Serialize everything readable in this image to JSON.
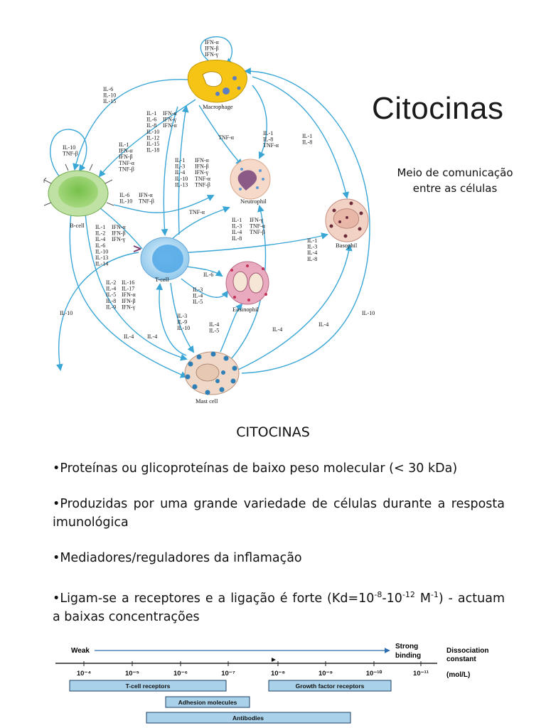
{
  "cells": {
    "macrophage": "Macrophage",
    "bcell": "B-cell",
    "tcell": "T-cell",
    "neutrophil": "Neutrophil",
    "basophil": "Basophil",
    "eosinophil": "Eosinophil",
    "mastcell": "Mast cell"
  },
  "labels": {
    "mac_self": [
      "IFN-α",
      "IFN-β",
      "IFN-γ"
    ],
    "mac_to_bcell": [
      "IL-6",
      "IL-10",
      "IL-15"
    ],
    "bcell_self": [
      "IL-10",
      "TNF-β"
    ],
    "mac_col_a": [
      "IL-1",
      "IL-6",
      "IL-8",
      "IL-10",
      "IL-12",
      "IL-15",
      "IL-18"
    ],
    "mac_col_b": [
      "IFN-α",
      "IFN-γ",
      "IFN-α"
    ],
    "mac_to_b_group": [
      "IL-1",
      "IFN-α",
      "IFN-β",
      "TNF-α",
      "TNF-β"
    ],
    "mac_to_neut": [
      "TNF-α"
    ],
    "mac_to_neut2": [
      "IL-1",
      "IL-8",
      "TNF-α"
    ],
    "mac_to_baso": [
      "IL-1",
      "IL-8"
    ],
    "t_to_mac_a": [
      "IL-1",
      "IL-3",
      "IL-4",
      "IL-10",
      "IL-13"
    ],
    "t_to_mac_b": [
      "IFN-α",
      "IFN-β",
      "IFN-γ",
      "TNF-α",
      "TNF-β"
    ],
    "t_to_b_small_a": [
      "IL-6",
      "IL-10"
    ],
    "t_to_b_small_b": [
      "IFN-α",
      "TNF-β"
    ],
    "t_to_neut_small": [
      "TNF-α"
    ],
    "t_to_b_a": [
      "IL-1",
      "IL-2",
      "IL-4",
      "IL-6",
      "IL-10",
      "IL-13",
      "IL-14"
    ],
    "t_to_b_b": [
      "IFN-α",
      "IFN-β",
      "IFN-γ"
    ],
    "t_to_neut_a": [
      "IL-1",
      "IL-3",
      "IL-4",
      "IL-8"
    ],
    "t_to_neut_b": [
      "IFN-γ",
      "TNF-α",
      "TNF-β"
    ],
    "t_to_baso": [
      "IL-1",
      "IL-3",
      "IL-4",
      "IL-8"
    ],
    "t_to_eos_top": [
      "IL-6"
    ],
    "t_to_eos": [
      "IL-3",
      "IL-4",
      "IL-5"
    ],
    "t_lower_a": [
      "IL-2",
      "IL-4",
      "IL-5",
      "IL-8",
      "IL-9"
    ],
    "t_lower_b": [
      "IL-16",
      "IL-17",
      "IFN-α",
      "IFN-β",
      "IFN-γ"
    ],
    "t_to_mast": [
      "IL-3",
      "IL-9",
      "IL-10"
    ],
    "mast_to_eos": [
      "IL-4",
      "IL-5"
    ],
    "b_to_mast_1": [
      "IL-10"
    ],
    "b_to_mast_2": [
      "IL-4"
    ],
    "t_to_mast_2": [
      "IL-4"
    ],
    "mast_to_neut": [
      "IL-4"
    ],
    "mast_to_baso": [
      "IL-4"
    ],
    "mast_to_mac": [
      "IL-10"
    ]
  },
  "slide": {
    "title": "Citocinas",
    "subtitle_line1": "Meio de comunicação",
    "subtitle_line2": "entre as células",
    "section_heading": "CITOCINAS"
  },
  "bullets": {
    "b1": "•Proteínas ou glicoproteínas de baixo peso molecular (< 30 kDa)",
    "b2": "•Produzidas por uma grande variedade de células durante a resposta imunológica",
    "b3": "•Mediadores/reguladores da inflamação",
    "b4_pre": "•Ligam-se a receptores e a ligação é forte (Kd=10",
    "b4_exp1": "-8",
    "b4_mid": "-10",
    "b4_exp2": "-12",
    "b4_unit": " M",
    "b4_exp3": "-1",
    "b4_post": ") - actuam a baixas concentrações"
  },
  "scale": {
    "weak": "Weak",
    "strong_1": "Strong",
    "strong_2": "binding",
    "dissoc_1": "Dissociation",
    "dissoc_2": "constant",
    "dissoc_3": "(mol/L)",
    "ticks": [
      "10⁻⁴",
      "10⁻⁵",
      "10⁻⁶",
      "10⁻⁷",
      "10⁻⁸",
      "10⁻⁹",
      "10⁻¹⁰",
      "10⁻¹¹"
    ],
    "bar_tcell": "T-cell receptors",
    "bar_growth": "Growth factor receptors",
    "bar_adhesion": "Adhesion molecules",
    "bar_antibodies": "Antibodies",
    "colors": {
      "bar_fill": "#a9d2ea",
      "bar_stroke": "#1f3f66",
      "arrow": "#2a6db0"
    }
  },
  "colors": {
    "arrow": "#3aa6d6",
    "macrophage": "#f6c415",
    "bcell_outer": "#bfe2a4",
    "bcell_inner": "#8ccf60",
    "tcell": "#cfe8f8",
    "neutrophil": "#f6d9c8",
    "basophil": "#f2d2c4",
    "eosinophil": "#e9aabf",
    "mastcell": "#efd8c8"
  }
}
